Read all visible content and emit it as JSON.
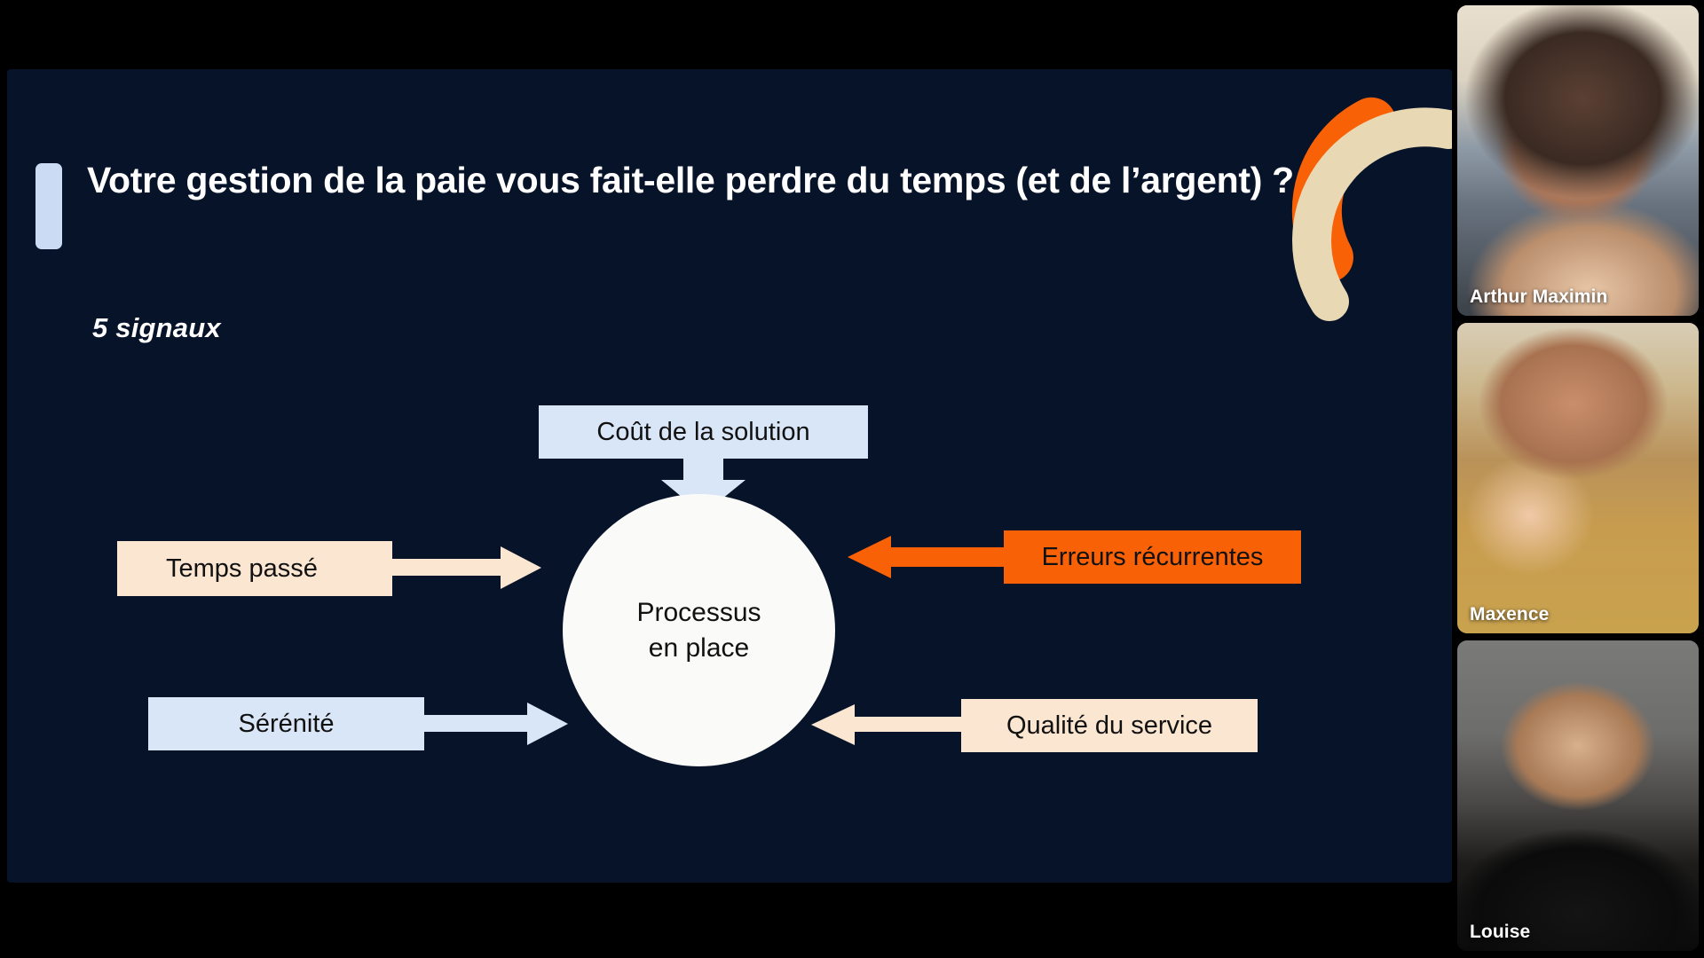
{
  "slide": {
    "background_color": "#061329",
    "accent_bar_color": "#ccdbf4",
    "title": "Votre gestion de la paie vous fait-elle perdre du temps (et de l’argent) ?",
    "subtitle": "5 signaux",
    "decoration": {
      "arc_outer_color": "#f96107",
      "arc_inner_color": "#e8d9b4"
    }
  },
  "diagram": {
    "hub": {
      "line1": "Processus",
      "line2": "en place",
      "fill": "#fafaf8",
      "text_color": "#111111"
    },
    "nodes": [
      {
        "id": "cout",
        "label": "Coût de la solution",
        "fill": "#d9e6f7",
        "arrow_color": "#d9e6f7",
        "direction": "down",
        "position": "top"
      },
      {
        "id": "temps",
        "label": "Temps passé",
        "fill": "#fbe6d1",
        "arrow_color": "#fbe6d1",
        "direction": "right",
        "position": "left-upper"
      },
      {
        "id": "serenite",
        "label": "Sérénité",
        "fill": "#d9e6f7",
        "arrow_color": "#d9e6f7",
        "direction": "right",
        "position": "left-lower"
      },
      {
        "id": "erreurs",
        "label": "Erreurs récurrentes",
        "fill": "#f96107",
        "arrow_color": "#f96107",
        "direction": "left",
        "position": "right-upper"
      },
      {
        "id": "qualite",
        "label": "Qualité du service",
        "fill": "#fbe6d1",
        "arrow_color": "#fbe6d1",
        "direction": "left",
        "position": "right-lower"
      }
    ]
  },
  "video_call": {
    "participants": [
      {
        "name": "Arthur Maximin"
      },
      {
        "name": "Maxence"
      },
      {
        "name": "Louise"
      }
    ]
  }
}
